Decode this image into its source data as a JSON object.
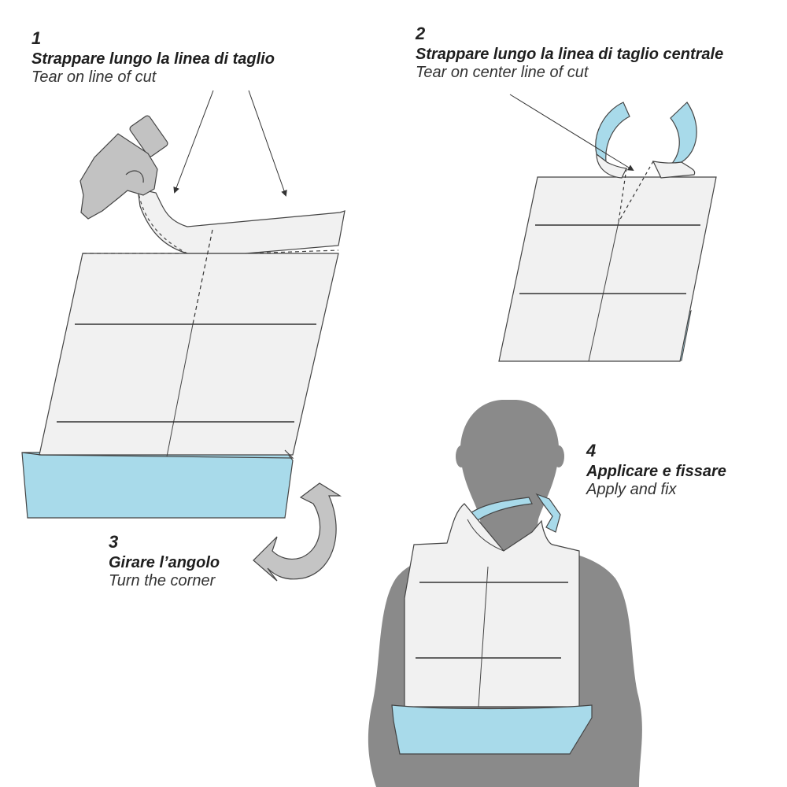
{
  "colors": {
    "paper": "#f1f1f1",
    "paper_outline": "#444444",
    "blue_pocket": "#a8daea",
    "grey_hand": "#c2c2c2",
    "silhouette": "#8a8a8a",
    "arrow": "#c4c4c4"
  },
  "steps": [
    {
      "number": "1",
      "italian": "Strappare lungo la linea di taglio",
      "english": "Tear on line of cut"
    },
    {
      "number": "2",
      "italian": "Strappare lungo la linea di taglio centrale",
      "english": "Tear on center line of cut"
    },
    {
      "number": "3",
      "italian": "Girare l’angolo",
      "english": "Turn the corner"
    },
    {
      "number": "4",
      "italian": "Applicare e fissare",
      "english": "Apply and fix"
    }
  ],
  "icons": [
    "hand-icon",
    "curved-arrow-icon",
    "person-silhouette-icon"
  ]
}
